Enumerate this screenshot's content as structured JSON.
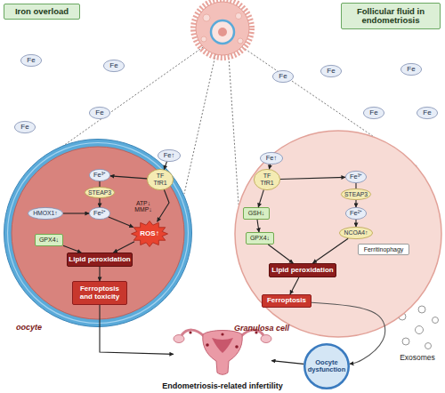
{
  "diagram": {
    "nodes": [
      {
        "text": [
          "Iron overload"
        ]
      },
      {
        "text": [
          "Follicular fluid in endometriosis"
        ]
      },
      {
        "text": [
          "Fe"
        ]
      },
      {
        "text": [
          "Fe"
        ]
      },
      {
        "text": [
          "Fe"
        ]
      },
      {
        "text": [
          "Fe"
        ]
      },
      {
        "text": [
          "Fe"
        ]
      },
      {
        "text": [
          "Fe"
        ]
      },
      {
        "text": [
          "Fe"
        ]
      },
      {
        "text": [
          "Fe"
        ]
      },
      {
        "text": [
          "Fe"
        ]
      },
      {
        "text": [
          "oocyte"
        ]
      },
      {
        "text": [
          "Fe↑"
        ],
        "in": 11
      },
      {
        "text": [
          "TF TfR1"
        ],
        "in": 11
      },
      {
        "text": [
          "Fe³⁺"
        ],
        "in": 11
      },
      {
        "text": [
          "STEAP3"
        ],
        "in": 11
      },
      {
        "text": [
          "HMOX1↑"
        ],
        "in": 11
      },
      {
        "text": [
          "Fe²⁺"
        ],
        "in": 11
      },
      {
        "text": [
          "ROS↑"
        ],
        "in": 11
      },
      {
        "text": [
          "GPX4↓"
        ],
        "in": 11
      },
      {
        "text": [
          "Lipid peroxidation"
        ],
        "in": 11
      },
      {
        "text": [
          "Ferroptosis and toxicity"
        ],
        "in": 11
      },
      {
        "text": [
          "Granulosa cell"
        ]
      },
      {
        "text": [
          "Fe↑"
        ],
        "in": 22
      },
      {
        "text": [
          "TF TfR1"
        ],
        "in": 22
      },
      {
        "text": [
          "Fe³⁺"
        ],
        "in": 22
      },
      {
        "text": [
          "STEAP3"
        ],
        "in": 22
      },
      {
        "text": [
          "GSH↓"
        ],
        "in": 22
      },
      {
        "text": [
          "Fe²⁺"
        ],
        "in": 22
      },
      {
        "text": [
          "GPX4↓"
        ],
        "in": 22
      },
      {
        "text": [
          "NCOA4↑"
        ],
        "in": 22
      },
      {
        "text": [
          "Ferritinophagy"
        ],
        "in": 22
      },
      {
        "text": [
          "Lipid peroxidation"
        ],
        "in": 22
      },
      {
        "text": [
          "Ferroptosis"
        ],
        "in": 22
      },
      {
        "text": [
          "Oocyte dysfunction"
        ]
      },
      {
        "text": [
          "Endometriosis-related infertility"
        ]
      }
    ],
    "edges": [
      {
        "from": 12,
        "to": 13,
        "arrow": "to"
      },
      {
        "from": 13,
        "to": 14,
        "arrow": "to"
      },
      {
        "from": 14,
        "to": 15,
        "arrow": "none"
      },
      {
        "from": 15,
        "to": 17,
        "arrow": "to"
      },
      {
        "from": 16,
        "to": 17,
        "arrow": "to"
      },
      {
        "from": 17,
        "to": 18,
        "arrow": "to"
      },
      {
        "from": 13,
        "to": 18,
        "arrow": "to"
      },
      {
        "from": 18,
        "to": 20,
        "arrow": "to"
      },
      {
        "from": 19,
        "to": 20,
        "arrow": "to"
      },
      {
        "from": 20,
        "to": 21,
        "arrow": "to"
      },
      {
        "from": 21,
        "to": 35,
        "arrow": "to"
      },
      {
        "from": 23,
        "to": 24,
        "arrow": "to"
      },
      {
        "from": 24,
        "to": 25,
        "arrow": "to"
      },
      {
        "from": 25,
        "to": 26,
        "arrow": "none"
      },
      {
        "from": 26,
        "to": 28,
        "arrow": "to"
      },
      {
        "from": 24,
        "to": 27,
        "arrow": "to"
      },
      {
        "from": 27,
        "to": 29,
        "arrow": "to"
      },
      {
        "from": 28,
        "to": 30,
        "arrow": "to"
      },
      {
        "from": 30,
        "to": 32,
        "arrow": "to"
      },
      {
        "from": 29,
        "to": 32,
        "arrow": "to"
      },
      {
        "from": 32,
        "to": 33,
        "arrow": "to"
      },
      {
        "from": 33,
        "to": 34,
        "arrow": "to"
      },
      {
        "from": 34,
        "to": 35,
        "arrow": "to"
      }
    ],
    "labels": [
      "ATP↓ MMP↓",
      "Exosomes"
    ]
  }
}
